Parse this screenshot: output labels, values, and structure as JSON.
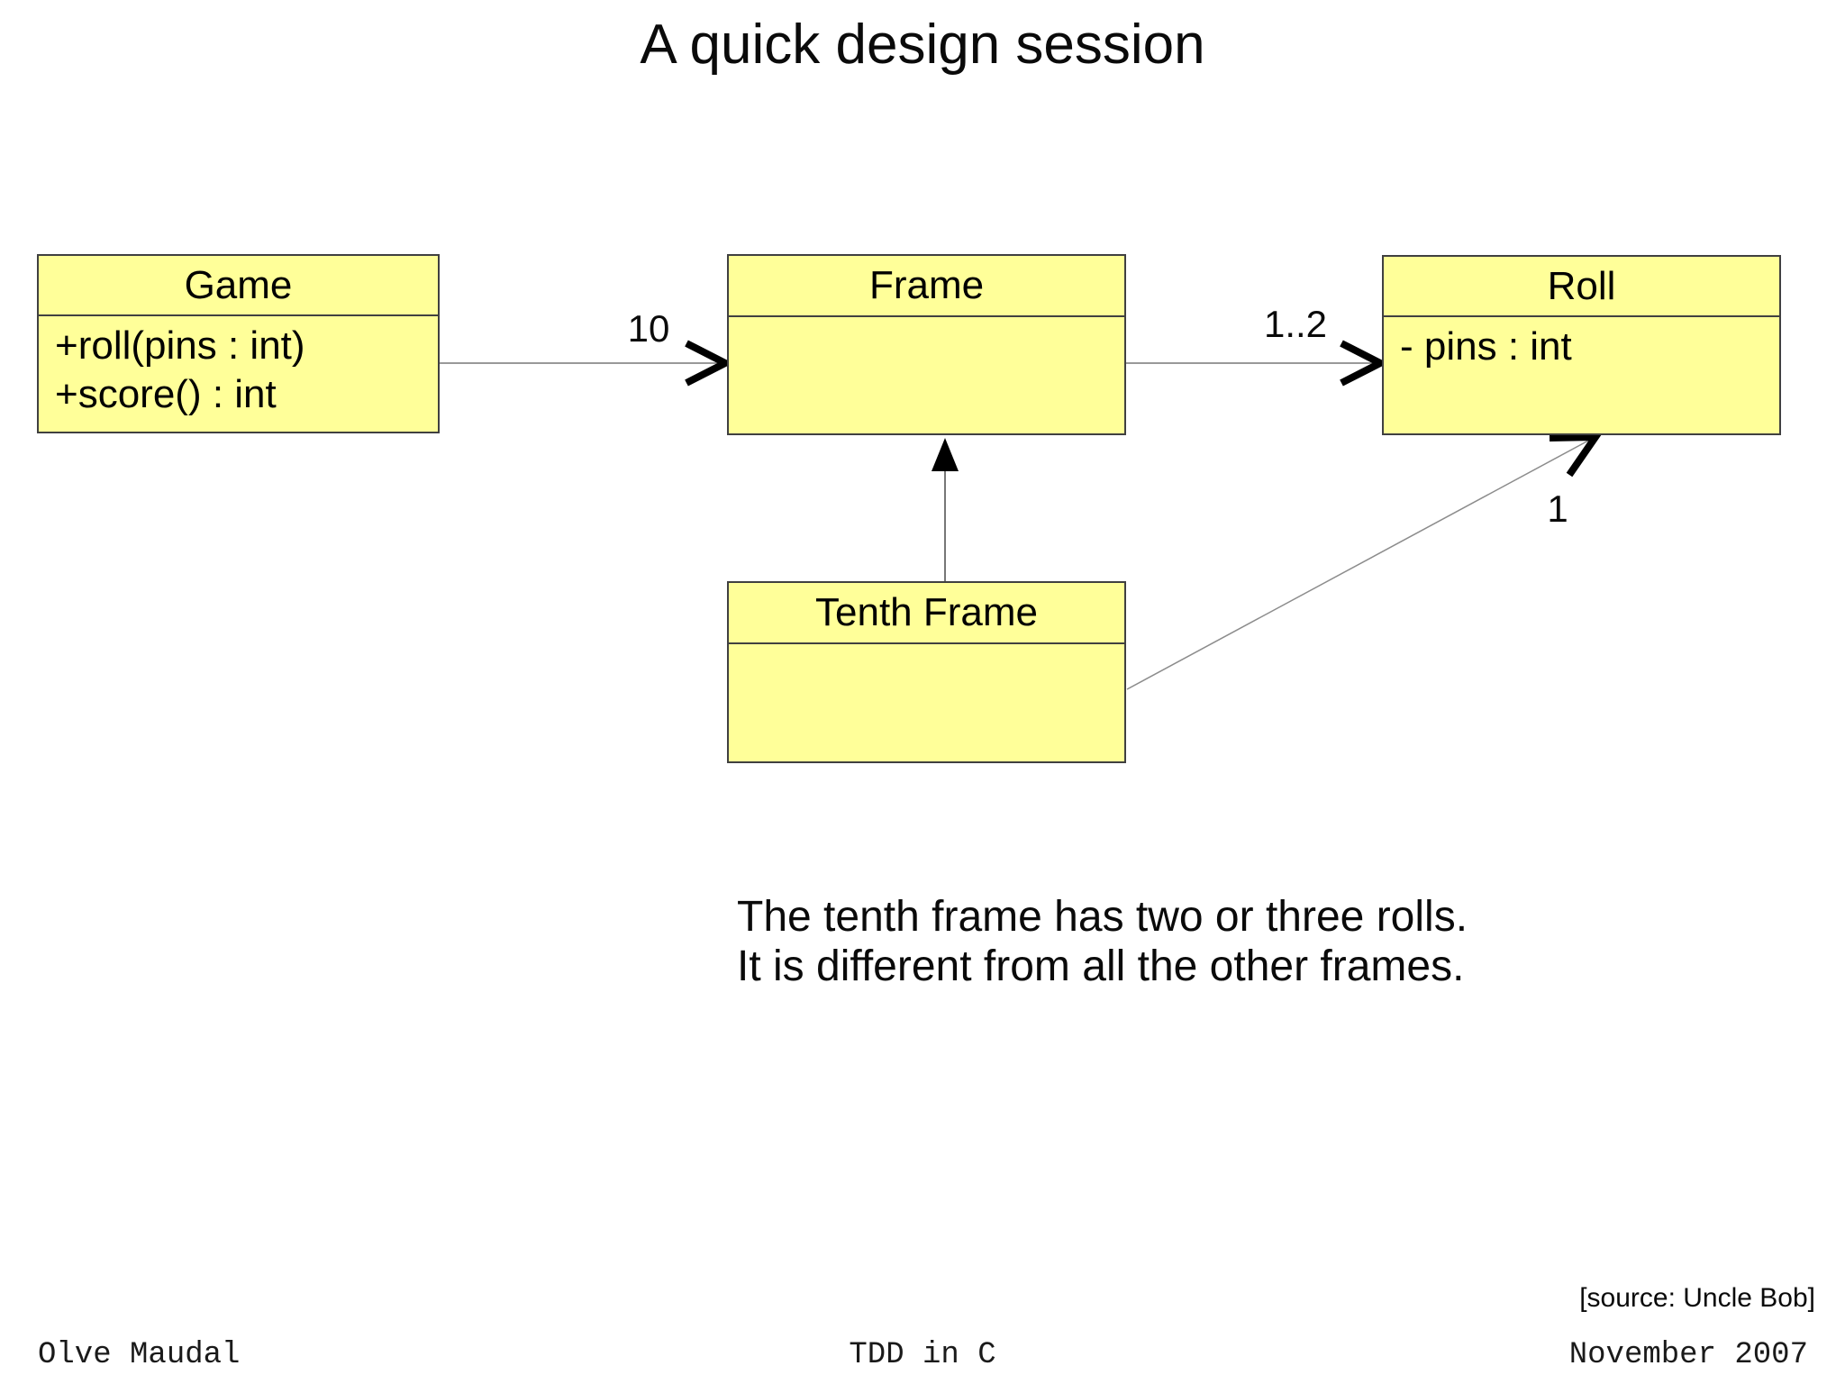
{
  "slide": {
    "title": "A quick design session",
    "note_line1": "The tenth frame has two or three rolls.",
    "note_line2": "It is different from all the other frames.",
    "source": "[source: Uncle Bob]",
    "footer": {
      "author": "Olve Maudal",
      "center": "TDD in C",
      "date": "November 2007"
    }
  },
  "diagram": {
    "classes": [
      {
        "name": "Game",
        "members": [
          "+roll(pins : int)",
          "+score() : int"
        ]
      },
      {
        "name": "Frame",
        "members": []
      },
      {
        "name": "Roll",
        "members": [
          "- pins : int"
        ]
      },
      {
        "name": "Tenth Frame",
        "members": []
      }
    ],
    "relations": [
      {
        "from": "Game",
        "to": "Frame",
        "type": "association",
        "label": "10"
      },
      {
        "from": "Frame",
        "to": "Roll",
        "type": "association",
        "label": "1..2"
      },
      {
        "from": "Tenth Frame",
        "to": "Frame",
        "type": "generalization",
        "label": ""
      },
      {
        "from": "Tenth Frame",
        "to": "Roll",
        "type": "association",
        "label": "1"
      }
    ],
    "colors": {
      "class_fill": "#FFFF99",
      "class_border": "#404040",
      "line": "#909090",
      "arrowhead": "#000000",
      "background": "#FFFFFF"
    }
  }
}
